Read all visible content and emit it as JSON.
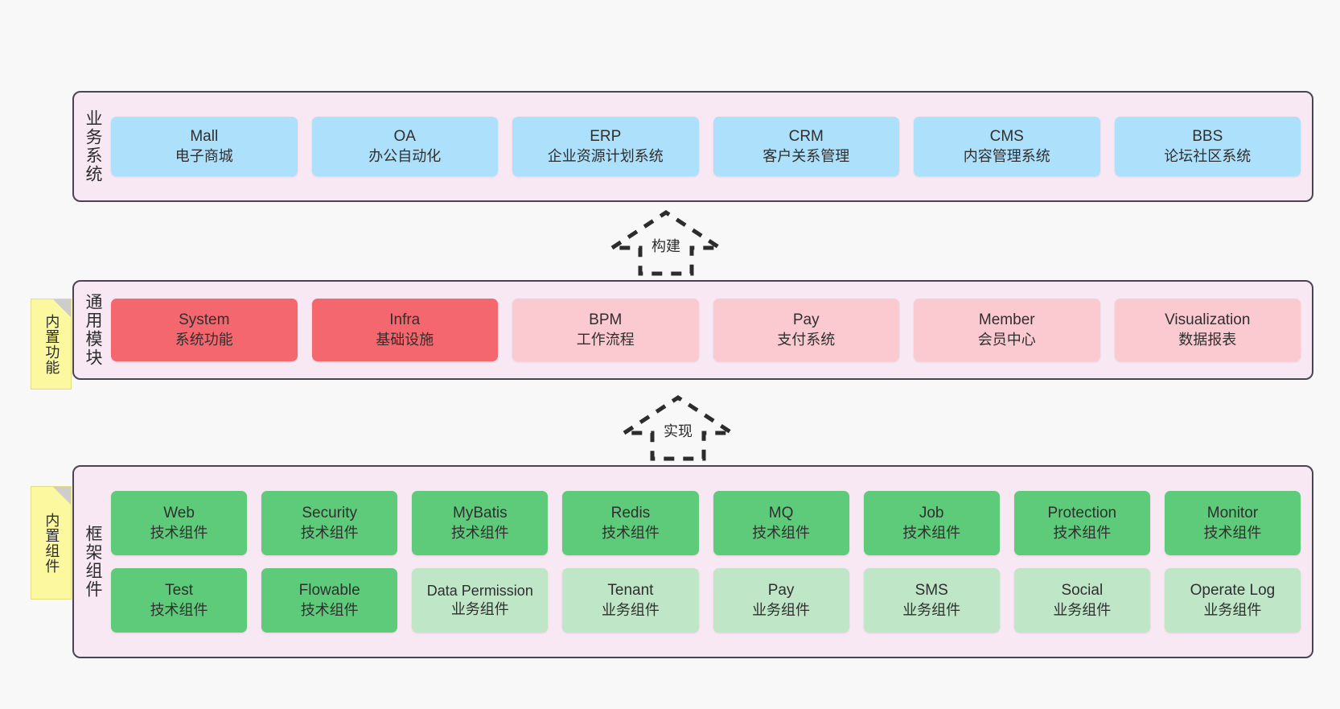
{
  "diagram": {
    "title": "ruoyi-vue-pro architecture layers",
    "background": "#f8f8f8",
    "colors": {
      "panel_fill": "#f8e8f4",
      "panel_border": "#4b4453",
      "blue": "#ade0fb",
      "red": "#f5676e",
      "pink": "#fbc9d0",
      "green": "#5ecb7b",
      "light_green": "#bfe6c6",
      "note_yellow": "#fbf8a0",
      "note_fold": "#cdcdcd"
    }
  },
  "layers": [
    {
      "id": "business",
      "title": "业务系统",
      "note": null,
      "rows": [
        {
          "cells": [
            {
              "en": "Mall",
              "cn": "电子商城",
              "color": "blue"
            },
            {
              "en": "OA",
              "cn": "办公自动化",
              "color": "blue"
            },
            {
              "en": "ERP",
              "cn": "企业资源计划系统",
              "color": "blue"
            },
            {
              "en": "CRM",
              "cn": "客户关系管理",
              "color": "blue"
            },
            {
              "en": "CMS",
              "cn": "内容管理系统",
              "color": "blue"
            },
            {
              "en": "BBS",
              "cn": "论坛社区系统",
              "color": "blue"
            }
          ]
        }
      ]
    },
    {
      "id": "common",
      "title": "通用模块",
      "note": "内置功能",
      "rows": [
        {
          "cells": [
            {
              "en": "System",
              "cn": "系统功能",
              "color": "red"
            },
            {
              "en": "Infra",
              "cn": "基础设施",
              "color": "red"
            },
            {
              "en": "BPM",
              "cn": "工作流程",
              "color": "pink"
            },
            {
              "en": "Pay",
              "cn": "支付系统",
              "color": "pink"
            },
            {
              "en": "Member",
              "cn": "会员中心",
              "color": "pink"
            },
            {
              "en": "Visualization",
              "cn": "数据报表",
              "color": "pink"
            }
          ]
        }
      ]
    },
    {
      "id": "framework",
      "title": "框架组件",
      "note": "内置组件",
      "rows": [
        {
          "cells": [
            {
              "en": "Web",
              "cn": "技术组件",
              "color": "green"
            },
            {
              "en": "Security",
              "cn": "技术组件",
              "color": "green"
            },
            {
              "en": "MyBatis",
              "cn": "技术组件",
              "color": "green"
            },
            {
              "en": "Redis",
              "cn": "技术组件",
              "color": "green"
            },
            {
              "en": "MQ",
              "cn": "技术组件",
              "color": "green"
            },
            {
              "en": "Job",
              "cn": "技术组件",
              "color": "green"
            },
            {
              "en": "Protection",
              "cn": "技术组件",
              "color": "green"
            },
            {
              "en": "Monitor",
              "cn": "技术组件",
              "color": "green"
            }
          ]
        },
        {
          "cells": [
            {
              "en": "Test",
              "cn": "技术组件",
              "color": "green"
            },
            {
              "en": "Flowable",
              "cn": "技术组件",
              "color": "green"
            },
            {
              "en": "Data Permission",
              "cn": "业务组件",
              "color": "lightgreen"
            },
            {
              "en": "Tenant",
              "cn": "业务组件",
              "color": "lightgreen"
            },
            {
              "en": "Pay",
              "cn": "业务组件",
              "color": "lightgreen"
            },
            {
              "en": "SMS",
              "cn": "业务组件",
              "color": "lightgreen"
            },
            {
              "en": "Social",
              "cn": "业务组件",
              "color": "lightgreen"
            },
            {
              "en": "Operate Log",
              "cn": "业务组件",
              "color": "lightgreen"
            }
          ]
        }
      ]
    }
  ],
  "arrows": [
    {
      "id": "build",
      "label": "构建",
      "direction": "up",
      "style": "dashed-hollow"
    },
    {
      "id": "impl",
      "label": "实现",
      "direction": "up",
      "style": "dashed-hollow"
    }
  ]
}
